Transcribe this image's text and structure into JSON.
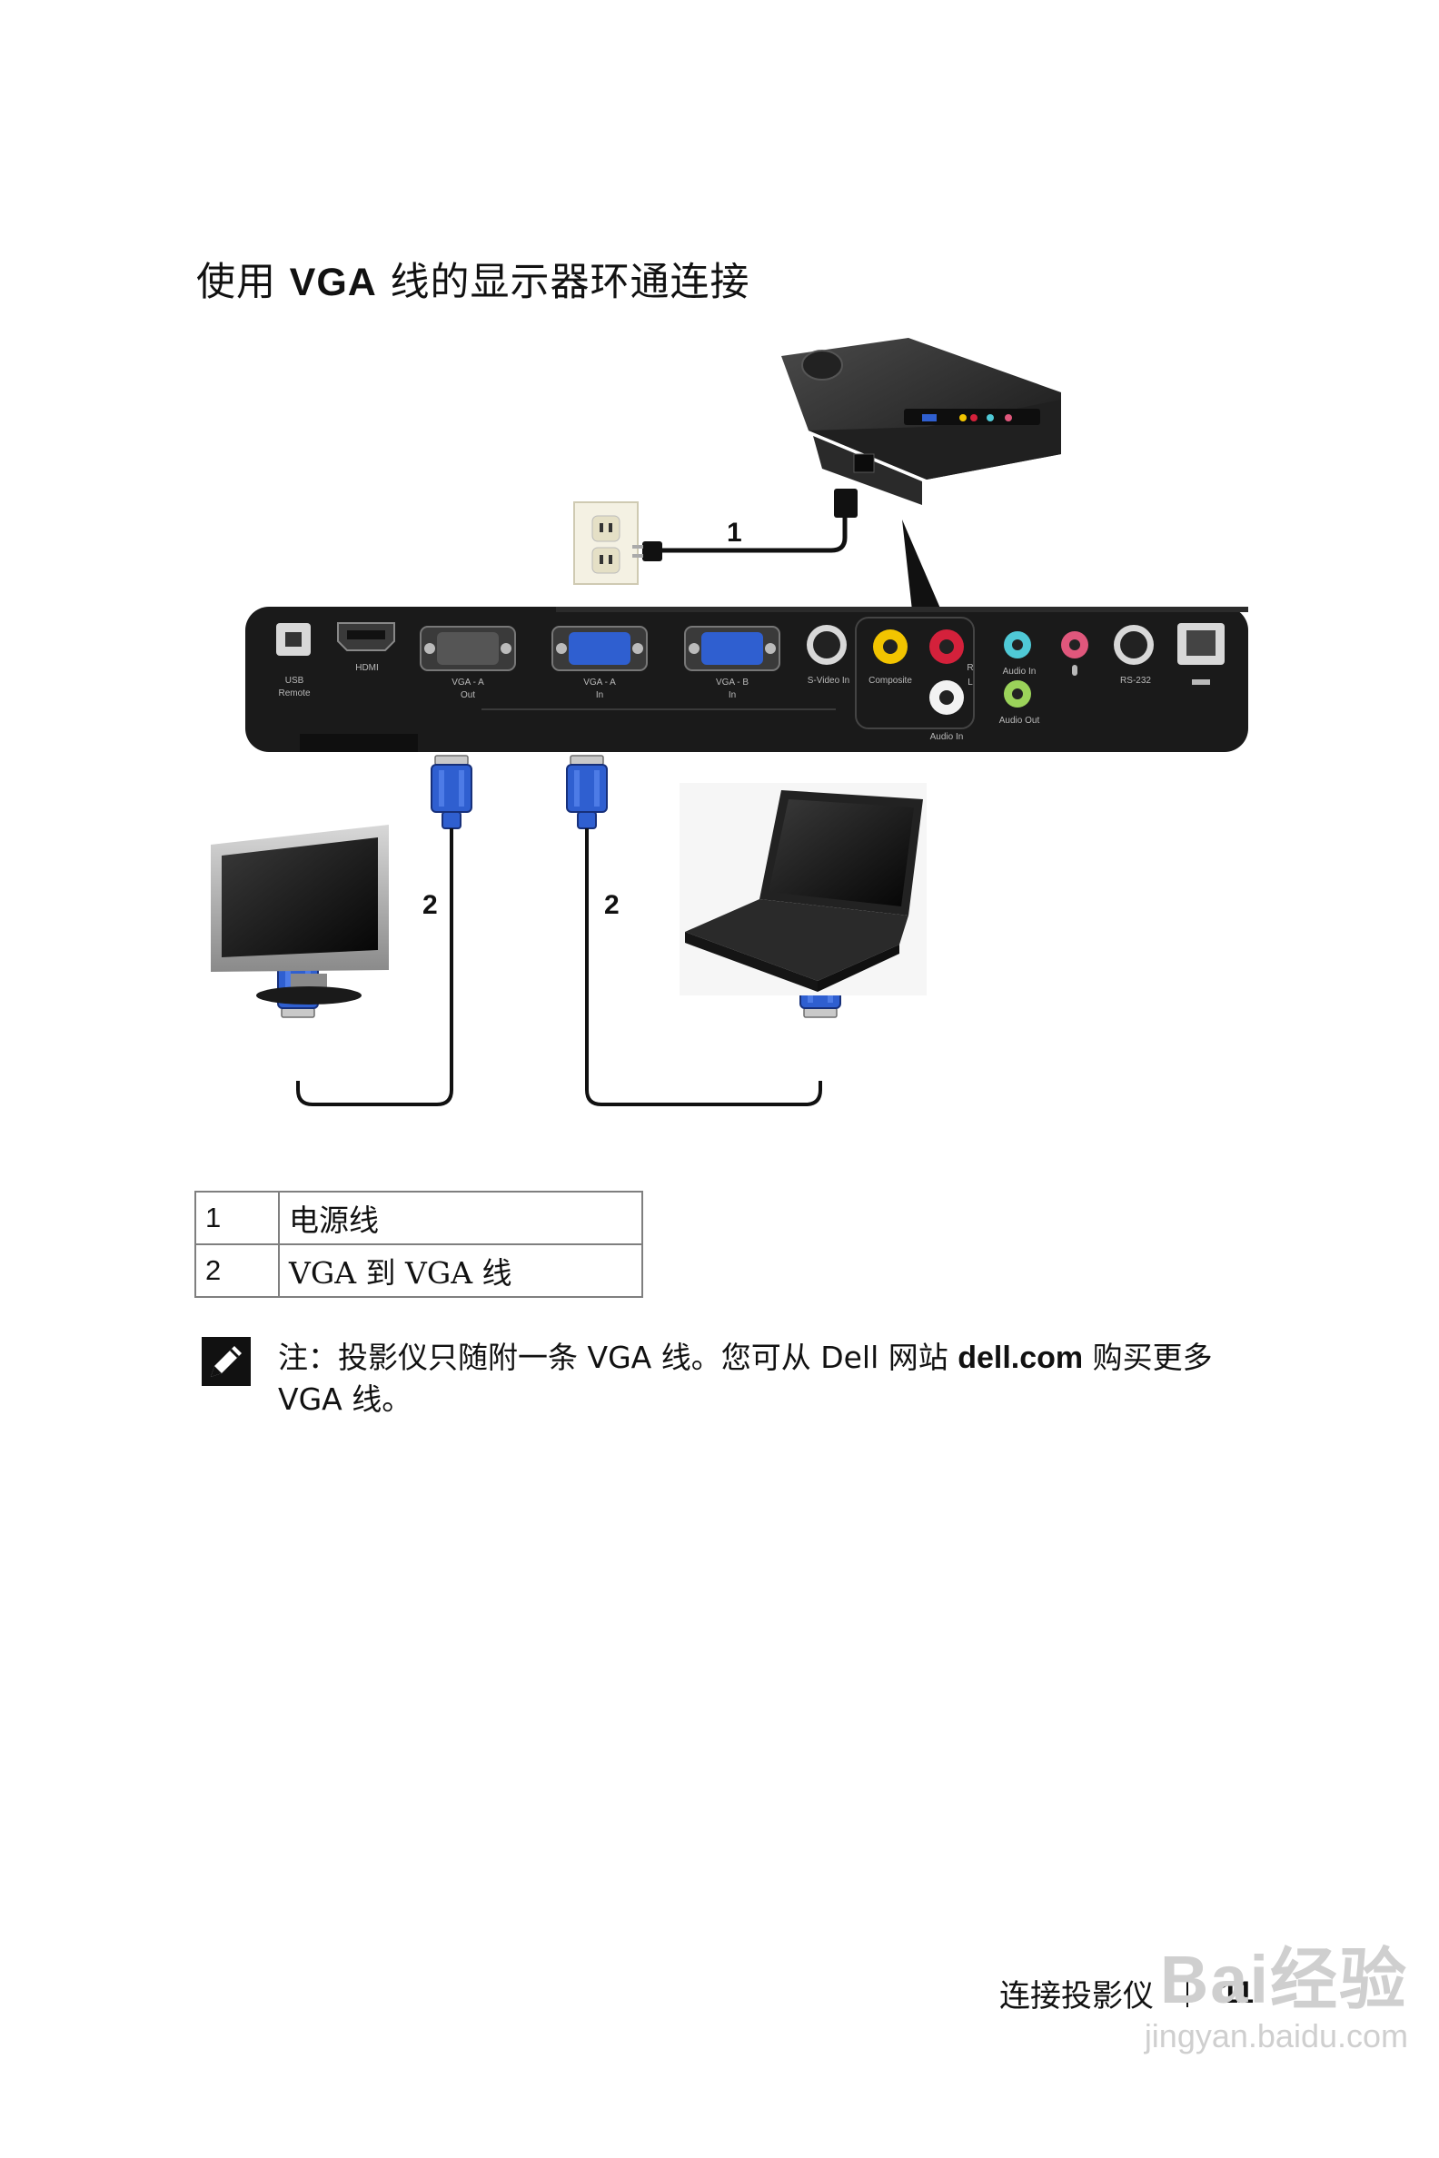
{
  "page": {
    "title_prefix": "使用 ",
    "title_bold": "VGA",
    "title_suffix": " 线的显示器环通连接"
  },
  "figure": {
    "callout_power": "1",
    "callout_vga_left": "2",
    "callout_vga_right": "2",
    "ports": {
      "usb": "USB",
      "remote": "Remote",
      "hdmi": "HDMI",
      "vga_a_out": "VGA - A",
      "vga_a_out_sub": "Out",
      "vga_a_in": "VGA - A",
      "vga_a_in_sub": "In",
      "vga_b_in": "VGA - B",
      "vga_b_in_sub": "In",
      "svideo": "S-Video In",
      "composite": "Composite",
      "r": "R",
      "l": "L",
      "audio_in_rca": "Audio In",
      "audio_in": "Audio In",
      "audio_out": "Audio Out",
      "rs232": "RS-232"
    }
  },
  "legend": [
    {
      "num": "1",
      "desc": "电源线"
    },
    {
      "num": "2",
      "desc": "VGA 到 VGA 线"
    }
  ],
  "note": {
    "label": "注：",
    "text_1": "投影仪只随附一条 VGA 线。您可从 Dell 网站 ",
    "link": "dell.com",
    "text_2": " 购买更多 VGA 线。"
  },
  "footer": {
    "section": "连接投影仪",
    "page_number": "11"
  },
  "watermark": {
    "logo": "Bai经验",
    "url": "jingyan.baidu.com"
  },
  "colors": {
    "vga_blue": "#2f5fd0",
    "panel_black": "#1a1a1a",
    "composite_yellow": "#f2c400",
    "audio_red": "#d4213b",
    "audio_cyan": "#4fc9d6",
    "audio_green": "#9bd35a",
    "mic_pink": "#e0577c"
  }
}
